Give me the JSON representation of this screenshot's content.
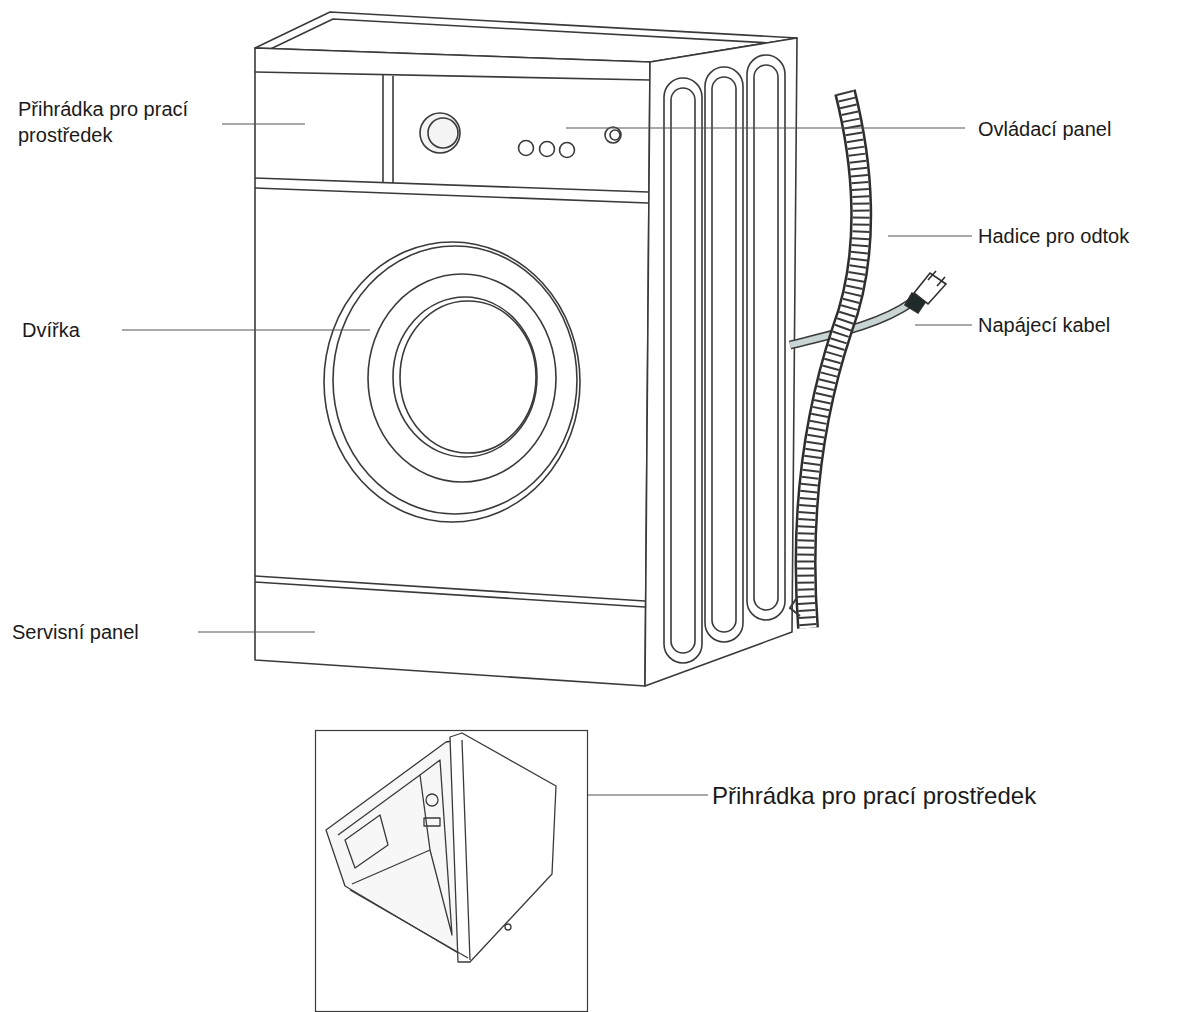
{
  "diagram": {
    "labels": [
      "Přihrádka pro prací prostředek",
      "Ovládací panel",
      "Hadice pro odtok",
      "Dvířka",
      "Napájecí kabel",
      "Servisní panel",
      "Přihrádka pro prací prostředek"
    ]
  }
}
